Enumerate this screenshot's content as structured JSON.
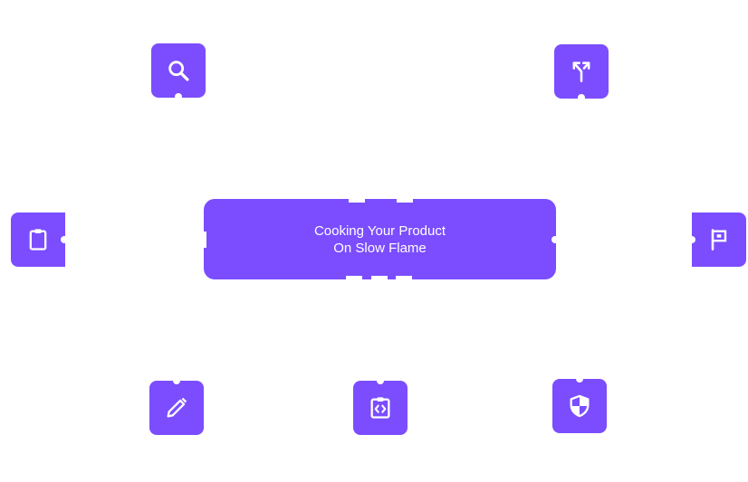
{
  "center": {
    "title_line1": "Cooking Your Product",
    "title_line2": "On Slow Flame"
  },
  "nodes": [
    {
      "id": "search",
      "icon": "search-icon"
    },
    {
      "id": "merge",
      "icon": "merge-arrows-icon"
    },
    {
      "id": "clipboard",
      "icon": "clipboard-icon"
    },
    {
      "id": "flag",
      "icon": "flag-icon"
    },
    {
      "id": "edit",
      "icon": "pencil-icon"
    },
    {
      "id": "code",
      "icon": "code-clipboard-icon"
    },
    {
      "id": "security",
      "icon": "shield-icon"
    }
  ],
  "colors": {
    "accent": "#7b4dff",
    "icon": "#ffffff",
    "background": "#ffffff"
  }
}
